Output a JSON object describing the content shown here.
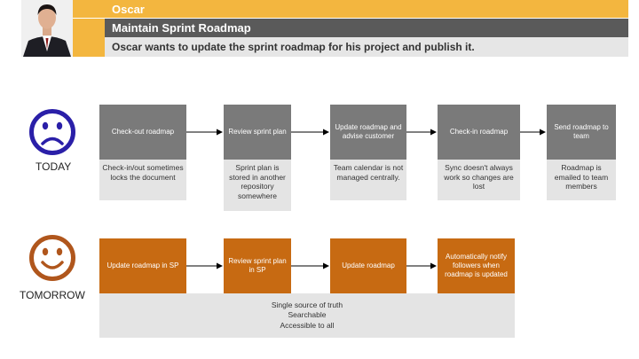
{
  "header": {
    "name": "Oscar",
    "title": "Maintain Sprint Roadmap",
    "subtitle": "Oscar wants to update the sprint roadmap for his project and publish it."
  },
  "today": {
    "label": "TODAY",
    "steps": [
      "Check-out roadmap",
      "Review sprint plan",
      "Update roadmap and advise customer",
      "Check-in roadmap",
      "Send roadmap to team"
    ],
    "notes": [
      "Check-in/out sometimes locks the document",
      "Sprint plan is stored in another repository somewhere",
      "Team calendar is not managed centrally.",
      "Sync doesn't always work so changes are lost",
      "Roadmap is emailed to team members"
    ]
  },
  "tomorrow": {
    "label": "TOMORROW",
    "steps": [
      "Update roadmap in SP",
      "Review sprint plan in SP",
      "Update roadmap",
      "Automatically notify followers when roadmap is updated"
    ],
    "benefits": [
      "Single source of truth",
      "Searchable",
      "Accessible to all"
    ]
  },
  "colors": {
    "accent": "#f3b63f",
    "title_bar": "#5a5a5a",
    "today_box": "#7a7a7a",
    "tomorrow_box": "#c76a12",
    "sad_face": "#2a1fa8",
    "happy_face": "#b0561c"
  }
}
